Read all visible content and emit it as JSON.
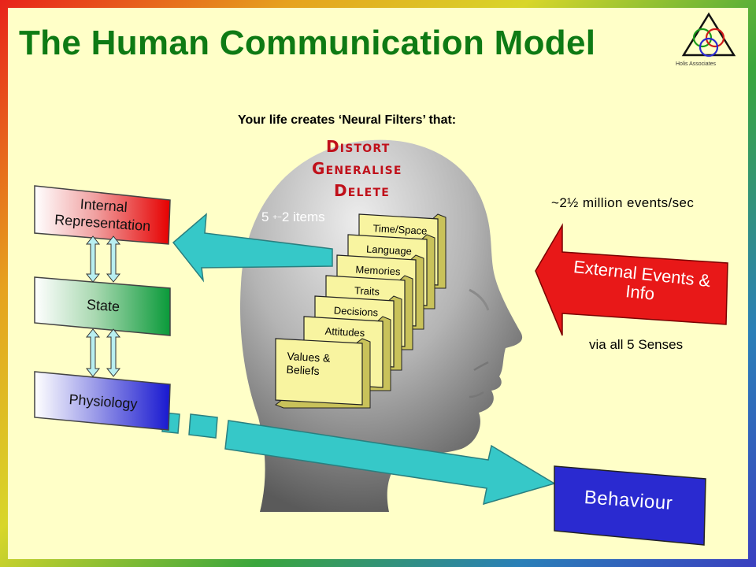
{
  "title": "The Human Communication Model",
  "logo": {
    "text": "Holis Associates",
    "icon": "three-circles-triangle-logo"
  },
  "subtitle": "Your life creates ‘Neural Filters’ that:",
  "filter_words": [
    "Distort",
    "Generalise",
    "Delete"
  ],
  "capacity": {
    "prefix": "5 ",
    "symbol": "+−",
    "suffix": "2 items"
  },
  "filters": [
    "Time/Space",
    "Language",
    "Memories",
    "Traits",
    "Decisions",
    "Attitudes",
    "Values & Beliefs"
  ],
  "boxes": {
    "internal_representation": "Internal Representation",
    "state": "State",
    "physiology": "Physiology",
    "behaviour": "Behaviour"
  },
  "input": {
    "rate": "~2½ million events/sec",
    "external_label": "External Events & Info",
    "senses": "via all 5 Senses"
  },
  "colors": {
    "title": "#0e7a14",
    "filter_words": "#c0101a",
    "arrow_teal": "#36c8c8",
    "external_arrow": "#e81818",
    "behaviour_box": "#2a2ad0",
    "card_yellow": "#f8f4a0"
  }
}
